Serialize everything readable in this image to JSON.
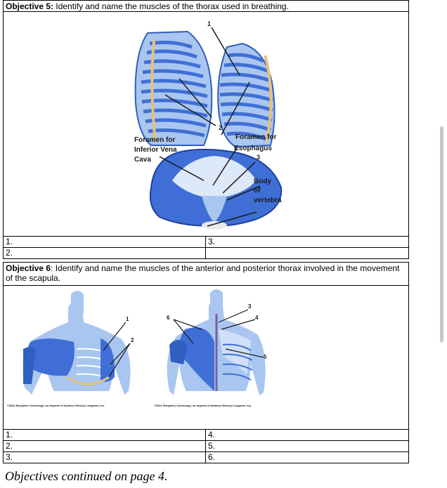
{
  "objective5": {
    "label": "Objective 5:",
    "text": "Identify and name the muscles of the thorax used in breathing.",
    "figure": {
      "label_foramen_ivc": [
        "Foramen for",
        "Inferior Vena",
        "Cava"
      ],
      "label_foramen_esoph": [
        "Foramen for",
        "Esophagus"
      ],
      "label_body": [
        "Body",
        "of",
        "vertebra"
      ],
      "num1": "1",
      "num2": "2",
      "num3": "3"
    },
    "answers": {
      "a1": "1.",
      "a2": "2.",
      "a3": "3."
    }
  },
  "objective6": {
    "label": "Objective 6",
    "text": ": Identify and name the muscles of the anterior and posterior thorax involved in the movement of the scapula.",
    "figure": {
      "n1": "1",
      "n2": "2",
      "n3": "3",
      "n4": "4",
      "n5": "5",
      "n6": "6",
      "credit_left": "©2001 Benjamin Cummings, an imprint of Addison Wesley Longman, Inc.",
      "credit_right": "©2001 Benjamin Cummings, an imprint of Addison Wesley Longman, Inc."
    },
    "answers": {
      "a1": "1.",
      "a2": "2.",
      "a3": "3.",
      "a4": "4.",
      "a5": "5.",
      "a6": "6."
    }
  },
  "footer": "Objectives continued on page 4.",
  "colors": {
    "muscle_blue": "#3f6fd6",
    "light_blue": "#a9c6f0",
    "border": "#000000"
  }
}
